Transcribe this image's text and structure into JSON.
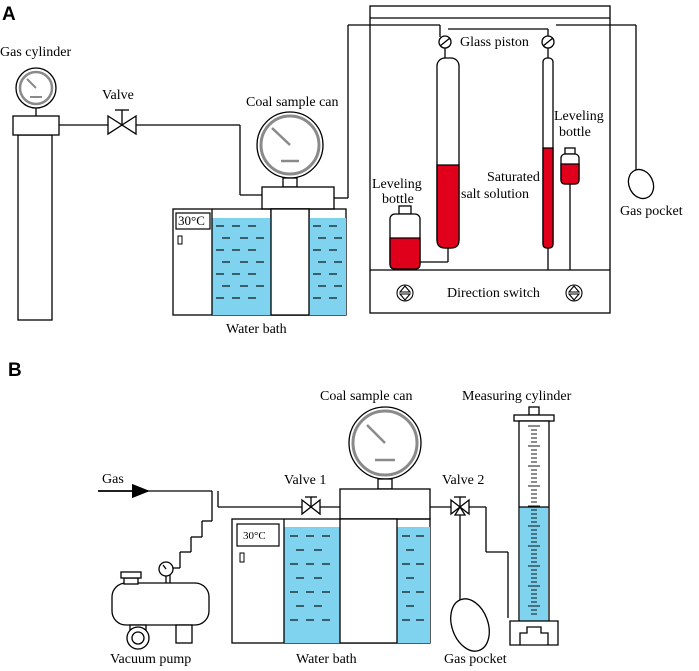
{
  "colors": {
    "water": "#7fd3ee",
    "liquid": "#e0001b",
    "line": "#000000",
    "gauge": "#8a8a8a"
  },
  "panel_a": {
    "tag": "A",
    "gas_cylinder": "Gas cylinder",
    "valve": "Valve",
    "coal_sample_can": "Coal sample can",
    "temperature": "30°C",
    "water_bath": "Water bath",
    "glass_piston": "Glass piston",
    "leveling_bottle_left": [
      "Leveling",
      "bottle"
    ],
    "leveling_bottle_right": [
      "Leveling",
      "bottle"
    ],
    "saturated_salt_solution": [
      "Saturated",
      "salt solution"
    ],
    "gas_pocket": "Gas pocket",
    "direction_switch": "Direction switch"
  },
  "panel_b": {
    "tag": "B",
    "coal_sample_can": "Coal sample can",
    "measuring_cylinder": "Measuring cylinder",
    "gas": "Gas",
    "valve_1": "Valve 1",
    "valve_2": "Valve 2",
    "temperature": "30°C",
    "vacuum_pump": "Vacuum pump",
    "water_bath": "Water bath",
    "gas_pocket": "Gas pocket"
  }
}
